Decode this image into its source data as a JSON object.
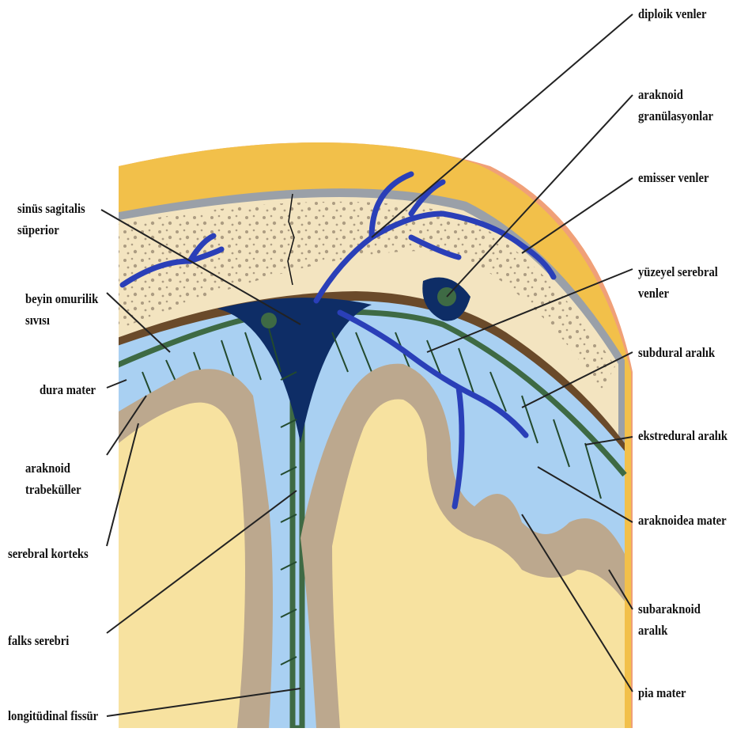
{
  "labels": {
    "diploik_venler": "diploik venler",
    "araknoid_granulasyonlar_1": "araknoid",
    "araknoid_granulasyonlar_2": "granülasyonlar",
    "emisser_venler": "emisser venler",
    "yuzeyel_serebral_venler_1": "yüzeyel serebral",
    "yuzeyel_serebral_venler_2": "venler",
    "subdural_aralik": "subdural aralık",
    "ekstredural_aralik": "ekstredural aralık",
    "araknoidea_mater": "araknoidea mater",
    "subaraknoid_aralik_1": "subaraknoid",
    "subaraknoid_aralik_2": "aralık",
    "pia_mater": "pia mater",
    "sinus_sagitalis_1": "sinüs sagitalis",
    "sinus_sagitalis_2": "süperior",
    "beyin_omurilik_1": "beyin omurilik",
    "beyin_omurilik_2": "sıvısı",
    "dura_mater": "dura mater",
    "araknoid_trabekuller_1": "araknoid",
    "araknoid_trabekuller_2": "trabeküller",
    "serebral_korteks": "serebral korteks",
    "falks_serebri": "falks serebri",
    "longitudinal_fissur": "longitüdinal fissür"
  },
  "colors": {
    "skin": "#f0a078",
    "scalp": "#f2c04a",
    "bone": "#f3e4c0",
    "bone_dots": "#9a8a72",
    "cortex": "#bca88e",
    "white_matter": "#f7e2a0",
    "csf": "#a9d0f2",
    "dura": "#3e6a44",
    "sinus": "#0e2d66",
    "vein": "#2a3fb8",
    "leader": "#222222"
  }
}
